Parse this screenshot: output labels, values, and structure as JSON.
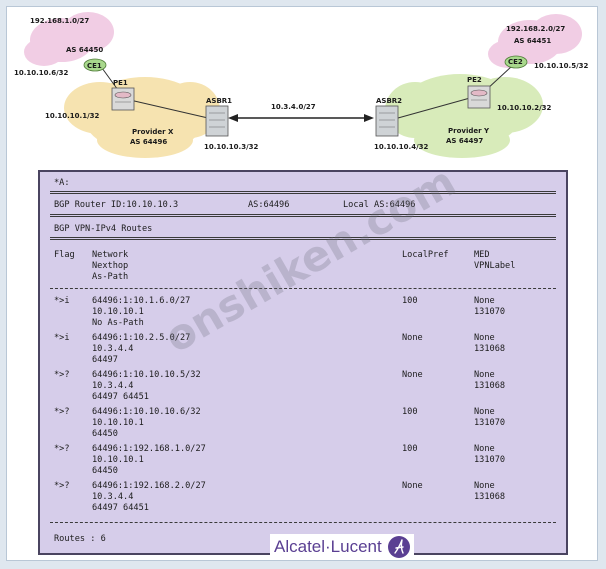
{
  "diagram": {
    "ce1": {
      "name": "CE1",
      "prefix": "192.168.1.0/27",
      "as": "AS 64450",
      "address": "10.10.10.6/32"
    },
    "ce2": {
      "name": "CE2",
      "prefix": "192.168.2.0/27",
      "as": "AS 64451",
      "address": "10.10.10.5/32"
    },
    "pe1": {
      "name": "PE1",
      "address": "10.10.10.1/32"
    },
    "pe2": {
      "name": "PE2",
      "address": "10.10.10.2/32"
    },
    "asbr1": {
      "name": "ASBR1",
      "address": "10.10.10.3/32"
    },
    "asbr2": {
      "name": "ASBR2",
      "address": "10.10.10.4/32"
    },
    "provider_x": {
      "name": "Provider X",
      "as": "AS 64496"
    },
    "provider_y": {
      "name": "Provider Y",
      "as": "AS 64497"
    },
    "link_label": "10.3.4.0/27",
    "colors": {
      "customer_cloud": "#f1cde4",
      "provider_x_cloud": "#f6e3b0",
      "provider_y_cloud": "#d8ebba",
      "ce_node": "#a8d88c"
    }
  },
  "output": {
    "prompt": "*A:",
    "router_id": "BGP Router ID:10.10.10.3",
    "as": "AS:64496",
    "local_as": "Local AS:64496",
    "table_title": "BGP VPN-IPv4 Routes",
    "header": {
      "flag": "Flag",
      "network": "Network",
      "nexthop": "Nexthop",
      "aspath": "As-Path",
      "localpref": "LocalPref",
      "med": "MED",
      "vpnlabel": "VPNLabel"
    },
    "routes": [
      {
        "flag": "*>i",
        "network": "64496:1:10.1.6.0/27",
        "nexthop": "10.10.10.1",
        "aspath": "No As-Path",
        "localpref": "100",
        "med": "None",
        "label": "131070"
      },
      {
        "flag": "*>i",
        "network": "64496:1:10.2.5.0/27",
        "nexthop": "10.3.4.4",
        "aspath": "64497",
        "localpref": "None",
        "med": "None",
        "label": "131068"
      },
      {
        "flag": "*>?",
        "network": "64496:1:10.10.10.5/32",
        "nexthop": "10.3.4.4",
        "aspath": "64497 64451",
        "localpref": "None",
        "med": "None",
        "label": "131068"
      },
      {
        "flag": "*>?",
        "network": "64496:1:10.10.10.6/32",
        "nexthop": "10.10.10.1",
        "aspath": "64450",
        "localpref": "100",
        "med": "None",
        "label": "131070"
      },
      {
        "flag": "*>?",
        "network": "64496:1:192.168.1.0/27",
        "nexthop": "10.10.10.1",
        "aspath": "64450",
        "localpref": "100",
        "med": "None",
        "label": "131070"
      },
      {
        "flag": "*>?",
        "network": "64496:1:192.168.2.0/27",
        "nexthop": "10.3.4.4",
        "aspath": "64497 64451",
        "localpref": "None",
        "med": "None",
        "label": "131068"
      }
    ],
    "footer": "Routes : 6"
  },
  "watermark": "onshiken.com",
  "logo": {
    "text": "Alcatel·Lucent",
    "color": "#5a3f92"
  }
}
